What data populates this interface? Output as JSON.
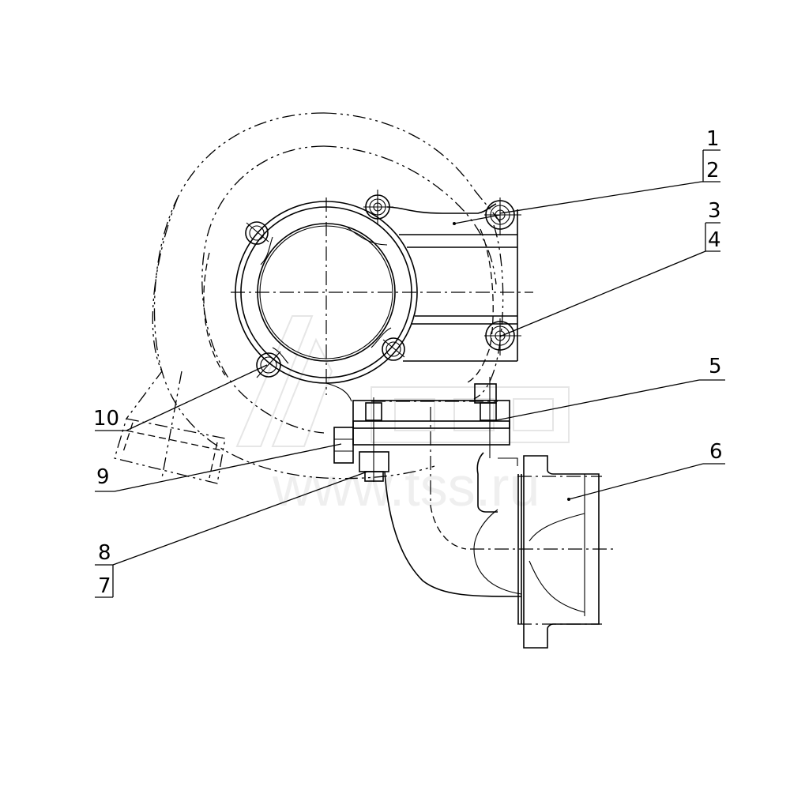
{
  "drawing": {
    "subject": "turbocharger assembly",
    "line_color": "#000000",
    "background": "#ffffff"
  },
  "watermark": {
    "logo_text": "TSS",
    "url_text": "www.tss.ru",
    "color": "#e8e8e8"
  },
  "callouts": [
    {
      "id": "1",
      "label": "1"
    },
    {
      "id": "2",
      "label": "2",
      "boxed": true
    },
    {
      "id": "3",
      "label": "3"
    },
    {
      "id": "4",
      "label": "4",
      "boxed": true
    },
    {
      "id": "5",
      "label": "5"
    },
    {
      "id": "6",
      "label": "6"
    },
    {
      "id": "7",
      "label": "7",
      "boxed": true
    },
    {
      "id": "8",
      "label": "8"
    },
    {
      "id": "9",
      "label": "9"
    },
    {
      "id": "10",
      "label": "10"
    }
  ]
}
